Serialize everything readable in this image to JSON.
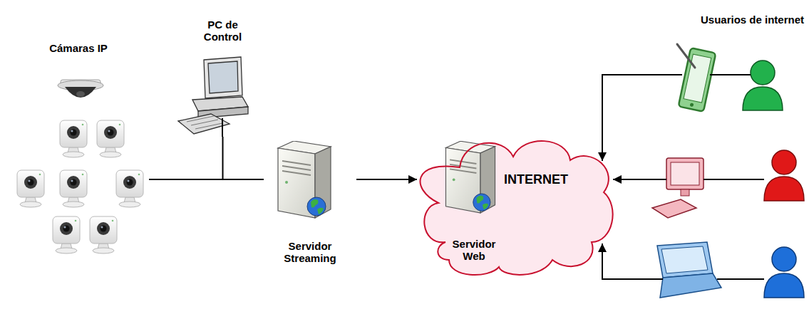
{
  "diagram": {
    "nodes": [
      {
        "text": [
          "Cámaras IP"
        ]
      },
      {
        "text": [
          "PC de Control"
        ]
      },
      {
        "text": [
          "Servidor Streaming"
        ]
      },
      {
        "text": [
          "INTERNET"
        ]
      },
      {
        "text": [
          "Servidor Web"
        ],
        "in": 3
      },
      {
        "text": [
          "Usuarios de internet"
        ]
      }
    ],
    "edges": [
      {
        "from": 0,
        "to": 2,
        "arrow": "none"
      },
      {
        "from": 1,
        "to": 2,
        "arrow": "none"
      },
      {
        "from": 2,
        "to": 3,
        "arrow": "to"
      },
      {
        "from": 5,
        "to": 3,
        "arrow": "to"
      }
    ]
  }
}
